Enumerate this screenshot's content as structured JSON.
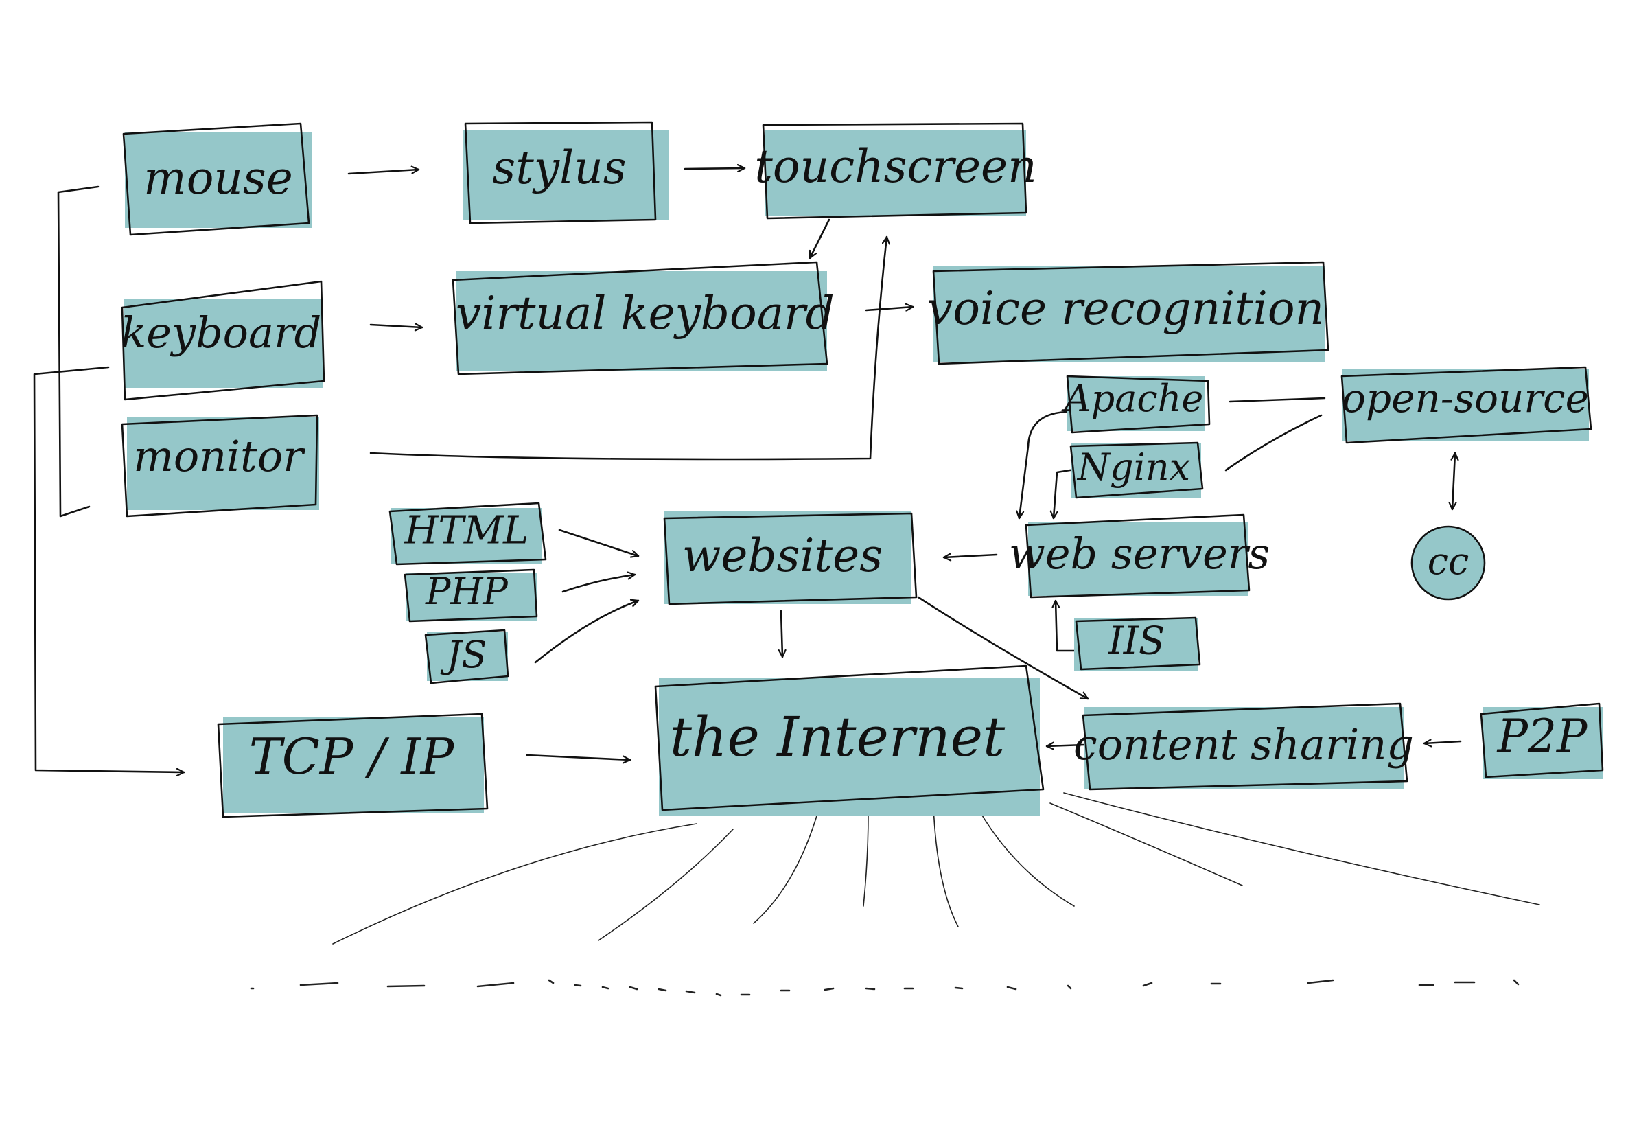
{
  "colors": {
    "highlight": "#95c7c9",
    "ink": "#111111",
    "background": "#ffffff"
  },
  "nodes": {
    "mouse": "mouse",
    "stylus": "stylus",
    "touchscreen": "touchscreen",
    "keyboard": "keyboard",
    "virtual_keyboard": "virtual keyboard",
    "voice_recognition": "voice recognition",
    "monitor": "monitor",
    "apache": "Apache",
    "nginx": "Nginx",
    "open_source": "open-source",
    "cc": "cc",
    "html": "HTML",
    "php": "PHP",
    "js": "JS",
    "websites": "websites",
    "web_servers": "web servers",
    "iis": "IIS",
    "tcp_ip": "TCP / IP",
    "the_internet": "the Internet",
    "content_sharing": "content sharing",
    "p2p": "P2P"
  }
}
